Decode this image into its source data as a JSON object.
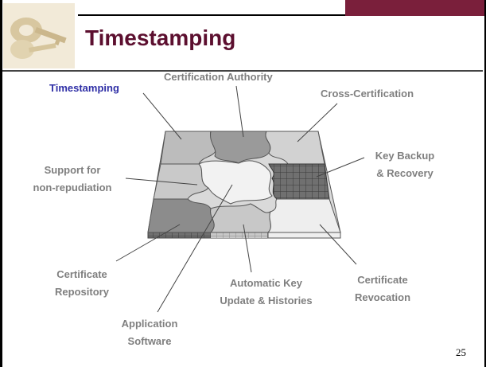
{
  "slide": {
    "title": "Timestamping",
    "page_number": "25"
  },
  "labels": {
    "timestamping": "Timestamping",
    "certification_authority": "Certification Authority",
    "cross_certification": "Cross-Certification",
    "key_backup_line1": "Key Backup",
    "key_backup_line2": "& Recovery",
    "support_line1": "Support for",
    "support_line2": "non-repudiation",
    "cert_repo_line1": "Certificate",
    "cert_repo_line2": "Repository",
    "auto_key_line1": "Automatic Key",
    "auto_key_line2": "Update & Histories",
    "cert_revoc_line1": "Certificate",
    "cert_revoc_line2": "Revocation",
    "app_sw_line1": "Application",
    "app_sw_line2": "Software"
  },
  "icons": [
    "keys-logo",
    "puzzle-illustration"
  ],
  "colors": {
    "title": "#5c0f2f",
    "accent_bar": "#7a1f3b",
    "highlight_label": "#2f2fa6",
    "label": "#7f7f7f"
  }
}
